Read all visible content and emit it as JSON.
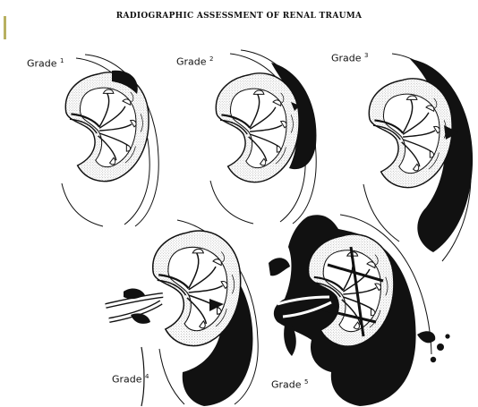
{
  "header": {
    "title": "RADIOGRAPHIC ASSESSMENT OF RENAL TRAUMA"
  },
  "grades": [
    {
      "word": "Grade",
      "number": "1"
    },
    {
      "word": "Grade",
      "number": "2"
    },
    {
      "word": "Grade",
      "number": "3"
    },
    {
      "word": "Grade",
      "number": "4"
    },
    {
      "word": "Grade",
      "number": "5"
    }
  ],
  "colors": {
    "ink": "#111111",
    "cortex_stipple": "#9a9a9a",
    "accent": "#b8b060"
  },
  "icons": [
    "kidney-illustration",
    "hematoma",
    "contrast-extravasation"
  ]
}
